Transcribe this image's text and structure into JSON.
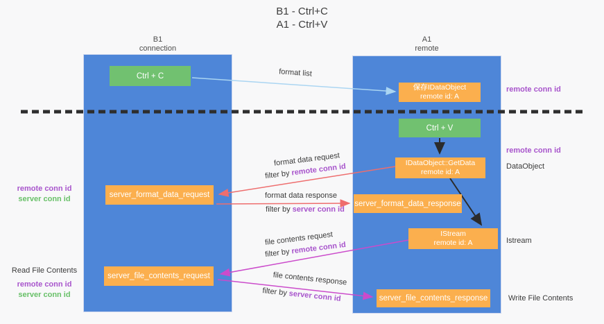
{
  "title": {
    "line1": "B1 - Ctrl+C",
    "line2": "A1 - Ctrl+V"
  },
  "lanes": {
    "left": {
      "name": "B1",
      "sub": "connection"
    },
    "right": {
      "name": "A1",
      "sub": "remote"
    }
  },
  "nodes": {
    "ctrl_c": {
      "label": "Ctrl + C"
    },
    "saved_idataobject": {
      "line1": "保存IDataObject",
      "line2": "remote id: A"
    },
    "ctrl_v": {
      "label": "Ctrl + V"
    },
    "idataobject_getdata": {
      "line1": "IDataObject::GetData",
      "line2": "remote id: A"
    },
    "server_format_data_request": {
      "label": "server_format_data_request"
    },
    "server_format_data_response": {
      "label": "server_format_data_response"
    },
    "istream": {
      "line1": "IStream",
      "line2": "remote id: A"
    },
    "server_file_contents_request": {
      "label": "server_file_contents_request"
    },
    "server_file_contents_response": {
      "label": "server_file_contents_response"
    }
  },
  "labels": {
    "format_list": "format list",
    "format_data_request": "format data request",
    "format_data_response": "format data response",
    "file_contents_request": "file contents request",
    "file_contents_response": "file contents response",
    "filter_by": "filter by",
    "remote_conn_id": "remote conn id",
    "server_conn_id": "server conn id",
    "dataobject": "DataObject",
    "istream_side": "Istream",
    "read_file_contents": "Read File Contents",
    "write_file_contents": "Write File Contents"
  },
  "colors": {
    "background": "#f8f8f9",
    "lane_blue": "#4e86d8",
    "node_green": "#71c170",
    "node_orange": "#fbaf4e",
    "arrow_salmon": "#ee6e6e",
    "arrow_magenta": "#cb4bcb",
    "arrow_lightblue": "#aad5f2",
    "arrow_black": "#2b2b2b",
    "text_purple": "#a855cc",
    "text_green": "#68c068"
  }
}
